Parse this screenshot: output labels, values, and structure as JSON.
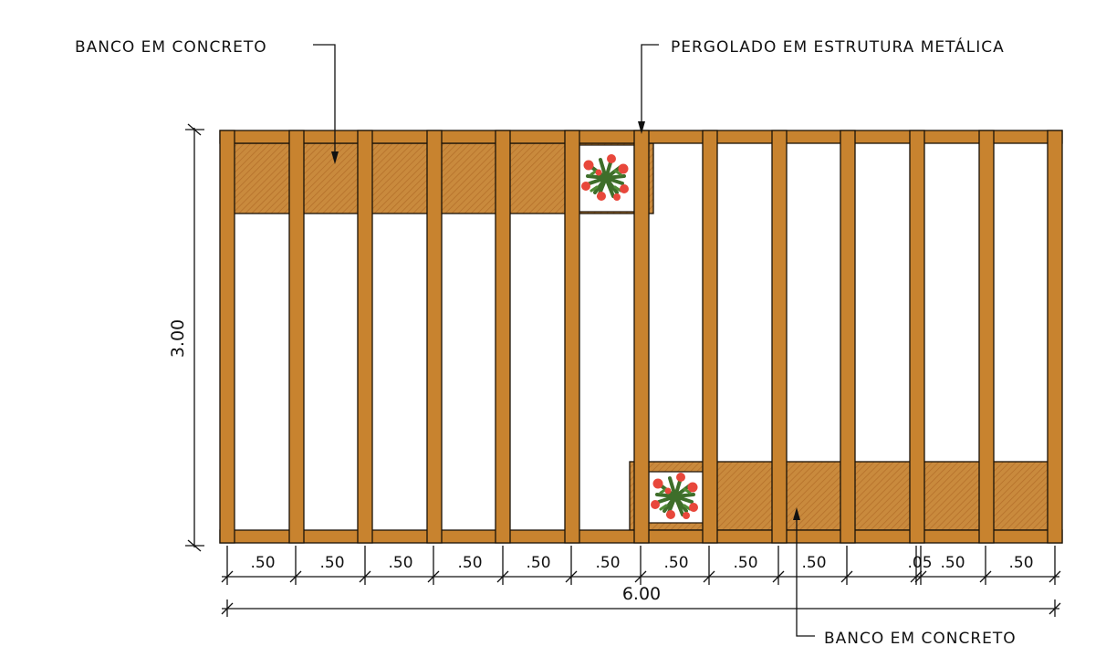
{
  "colors": {
    "wood": "#c8832f",
    "bench_fill": "#c98a3d",
    "hatch": "#b5702a",
    "leaf": "#3e6e2a",
    "flower": "#e8473b"
  },
  "labels": {
    "bench_top": "BANCO EM CONCRETO",
    "pergola": "PERGOLADO EM ESTRUTURA METÁLICA",
    "bench_bottom": "BANCO EM CONCRETO"
  },
  "dimensions": {
    "height": "3.00",
    "total_width": "6.00",
    "segments": [
      ".50",
      ".50",
      ".50",
      ".50",
      ".50",
      ".50",
      ".50",
      ".50",
      ".50",
      ".05",
      ".50",
      ".50"
    ]
  }
}
